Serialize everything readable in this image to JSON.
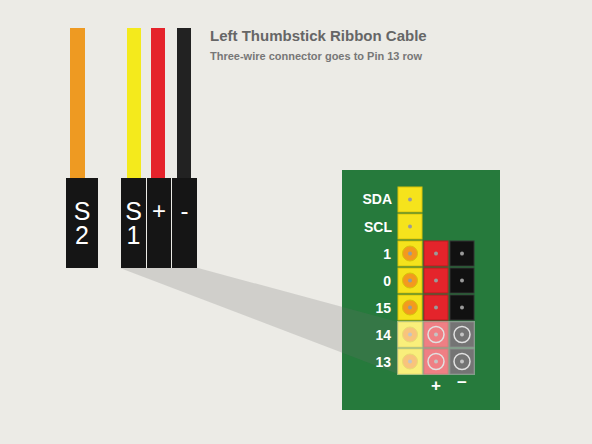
{
  "diagram": {
    "title": "Left Thumbstick Ribbon Cable",
    "nodes": [
      {
        "text": [
          "S 2"
        ]
      },
      {
        "text": [
          "S 1"
        ]
      },
      {
        "text": [
          "+"
        ]
      },
      {
        "text": [
          "-"
        ]
      }
    ],
    "labels": [
      "Three-wire connector goes to Pin 13 row",
      "SDA",
      "SCL",
      "1",
      "0",
      "15",
      "14",
      "13",
      "+",
      "−"
    ]
  }
}
